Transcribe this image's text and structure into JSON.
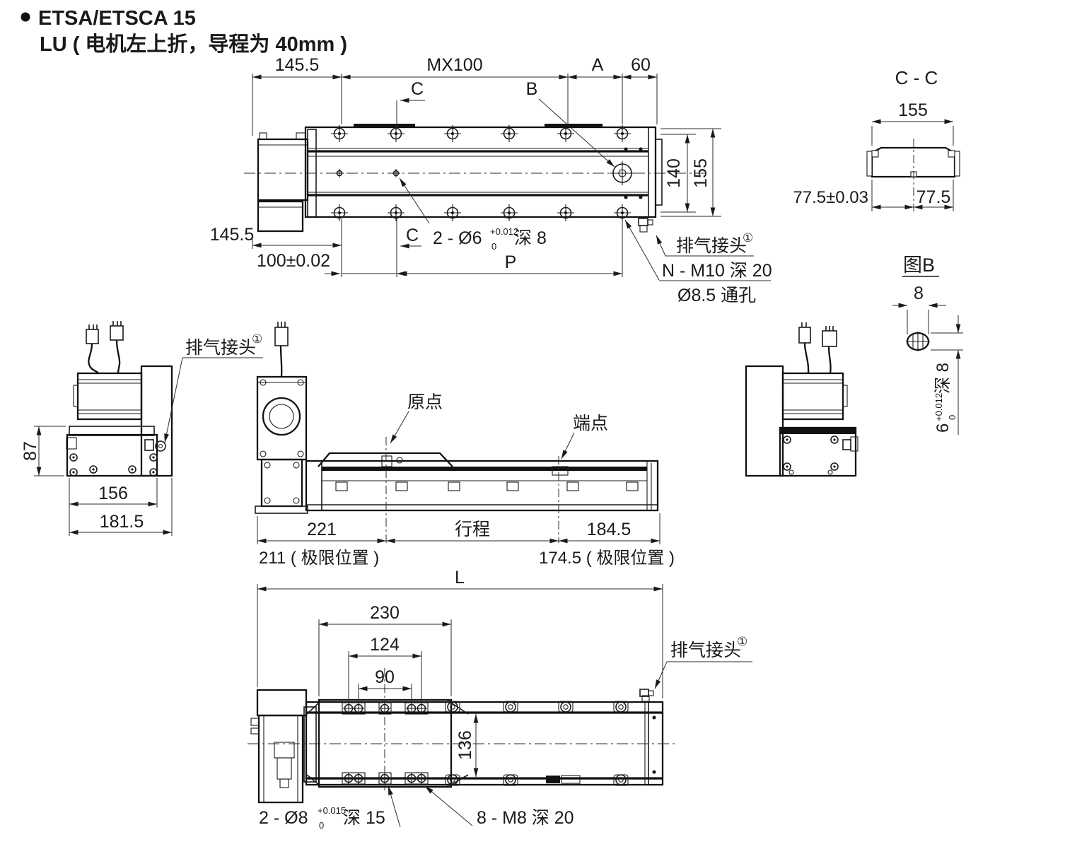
{
  "title": {
    "line1": "ETSA/ETSCA 15",
    "line2": "LU ( 电机左上折，导程为 40mm )"
  },
  "top_view": {
    "dim_145_5_top": "145.5",
    "dim_mx100": "MX100",
    "dim_a": "A",
    "dim_60": "60",
    "label_c_top": "C",
    "label_b": "B",
    "dim_140": "140",
    "dim_155": "155",
    "dim_145_5_bottom": "145.5",
    "dim_100": "100±0.02",
    "label_c_bottom": "C",
    "dim_p": "P",
    "callout_pin": {
      "base": "2 - Ø6",
      "sup": "+0.012",
      "sub": "0",
      "tail": "深 8"
    },
    "callout_exhaust": {
      "text": "排气接头",
      "sup": "①"
    },
    "callout_thread": "N - M10 深 20",
    "callout_through": "Ø8.5 通孔"
  },
  "section_cc": {
    "title": "C - C",
    "dim_155": "155",
    "dim_77_5_tol": "77.5±0.03",
    "dim_77_5": "77.5"
  },
  "detail_b": {
    "title": "图B",
    "dim_8": "8",
    "pin": {
      "base": "6",
      "sup": "+0.012",
      "sub": "0",
      "tail": "深 8"
    }
  },
  "left_view": {
    "callout_exhaust": {
      "text": "排气接头",
      "sup": "①"
    },
    "dim_87": "87",
    "dim_156": "156",
    "dim_181_5": "181.5"
  },
  "front_view": {
    "label_origin": "原点",
    "label_end": "端点",
    "dim_221": "221",
    "dim_stroke": "行程",
    "dim_184_5": "184.5",
    "note_left": "211 ( 极限位置 )",
    "note_right": "174.5 ( 极限位置 )"
  },
  "bottom_view": {
    "dim_l": "L",
    "dim_230": "230",
    "dim_124": "124",
    "dim_90": "90",
    "dim_136": "136",
    "callout_exhaust": {
      "text": "排气接头",
      "sup": "①"
    },
    "callout_pin": {
      "base": "2 - Ø8",
      "sup": "+0.015",
      "sub": "0",
      "tail": "深 15"
    },
    "callout_thread": "8 - M8 深 20"
  }
}
